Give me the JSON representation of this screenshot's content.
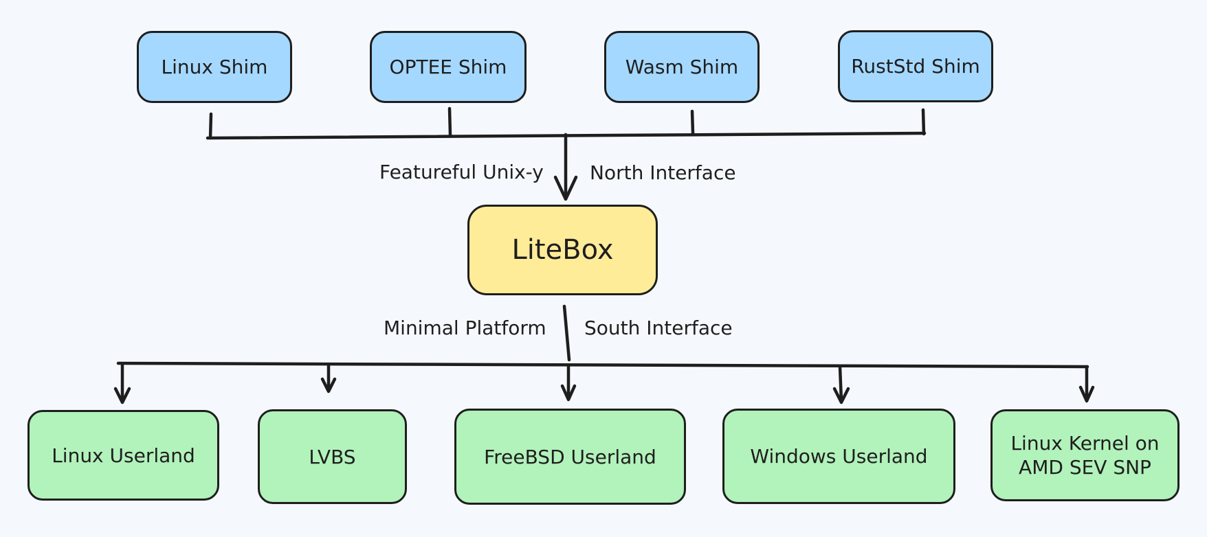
{
  "shims": [
    {
      "label": "Linux Shim"
    },
    {
      "label": "OPTEE Shim"
    },
    {
      "label": "Wasm Shim"
    },
    {
      "label": "RustStd Shim"
    }
  ],
  "core": {
    "label": "LiteBox"
  },
  "north_labels": {
    "left": "Featureful Unix-y",
    "right": "North Interface"
  },
  "south_labels": {
    "left": "Minimal Platform",
    "right": "South Interface"
  },
  "platforms": [
    {
      "label": "Linux Userland"
    },
    {
      "label": "LVBS"
    },
    {
      "label": "FreeBSD Userland"
    },
    {
      "label": "Windows Userland"
    },
    {
      "label": "Linux Kernel on\nAMD SEV SNP"
    }
  ],
  "colors": {
    "background": "#f5f9fd",
    "shim_fill": "#a5d8ff",
    "core_fill": "#ffec99",
    "platform_fill": "#b2f2bb",
    "stroke": "#1e1e1e"
  }
}
